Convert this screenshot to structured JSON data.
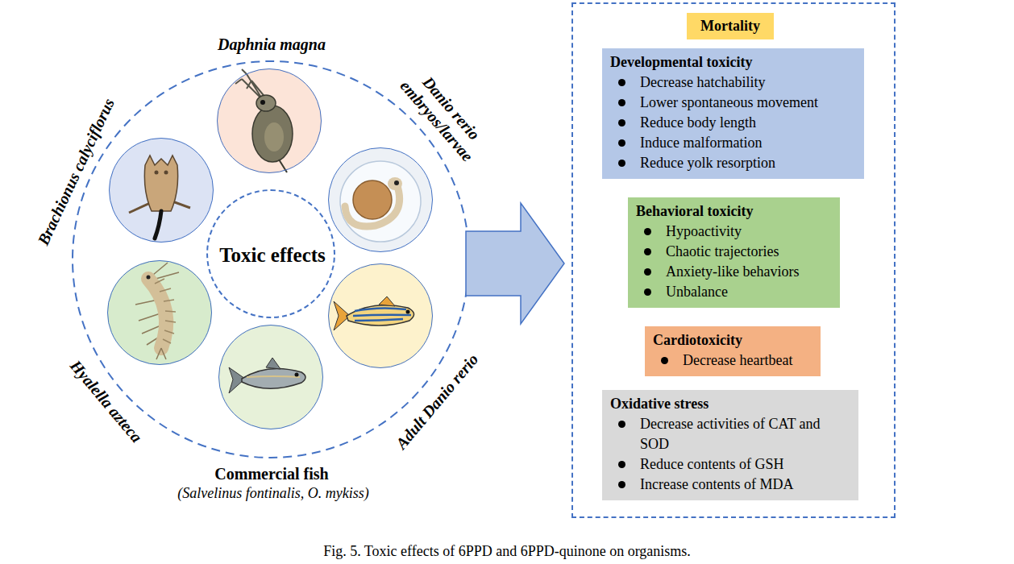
{
  "diagram": {
    "caption": "Fig. 5. Toxic effects of 6PPD and 6PPD-quinone on organisms.",
    "nodes": [
      {
        "text": [
          "Daphnia magna"
        ]
      },
      {
        "text": [
          "Danio rerio embryos/larvae"
        ]
      },
      {
        "text": [
          "Adult Danio rerio"
        ]
      },
      {
        "text": [
          "Commercial fish",
          "(Salvelinus fontinalis, O. mykiss)"
        ]
      },
      {
        "text": [
          "Hyalella azteca"
        ]
      },
      {
        "text": [
          "Brachionus calyciflorus"
        ]
      },
      {
        "text": [
          "Toxic effects"
        ]
      },
      {
        "text": [
          "Mortality"
        ]
      },
      {
        "text": [
          "Developmental toxicity",
          "Decrease hatchability",
          "Lower spontaneous movement",
          "Reduce body length",
          "Induce malformation",
          "Reduce yolk resorption"
        ]
      },
      {
        "text": [
          "Behavioral toxicity",
          "Hypoactivity",
          "Chaotic trajectories",
          "Anxiety-like behaviors",
          "Unbalance"
        ]
      },
      {
        "text": [
          "Cardiotoxicity",
          "Decrease heartbeat"
        ]
      },
      {
        "text": [
          "Oxidative stress",
          "Decrease activities of CAT and SOD",
          "Reduce contents of GSH",
          "Increase contents of MDA"
        ]
      }
    ]
  }
}
